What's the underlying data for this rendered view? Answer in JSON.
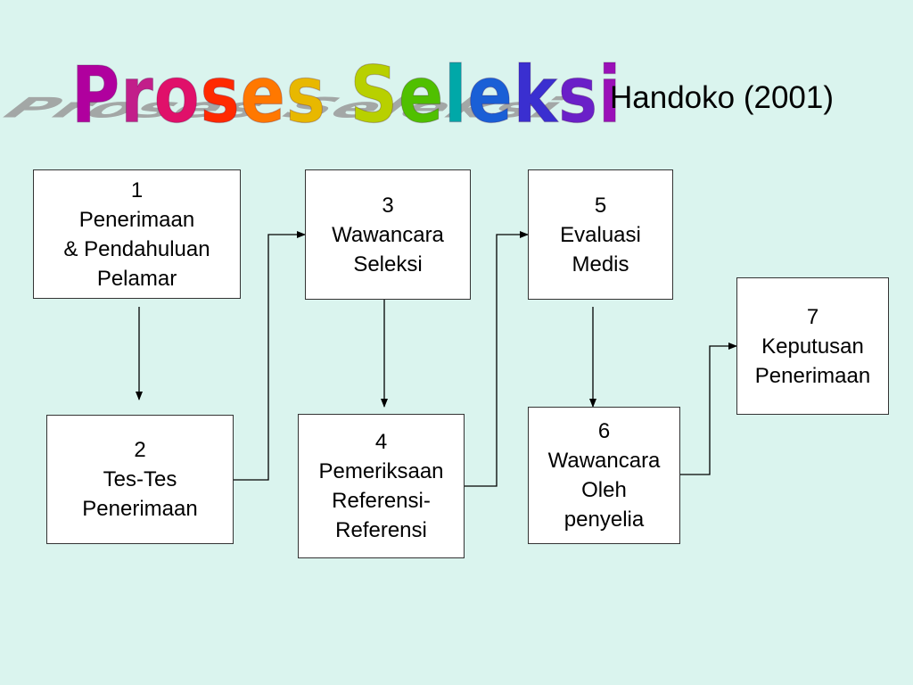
{
  "title": {
    "text": "Proses Seleksi",
    "letter_colors": [
      "#b0009e",
      "#c21e8a",
      "#e0106a",
      "#ff2a00",
      "#ff7800",
      "#e8b800",
      "#b8d000",
      "#50c000",
      "#00a8a8",
      "#1a5fd6",
      "#3a2fd0",
      "#6a20c8",
      "#9a10b8",
      "#c000a0"
    ]
  },
  "author": "Handoko (2001)",
  "nodes": [
    {
      "id": "n1",
      "number": "1",
      "lines": [
        "Penerimaan",
        "& Pendahuluan",
        "Pelamar"
      ]
    },
    {
      "id": "n2",
      "number": "2",
      "lines": [
        "Tes-Tes",
        "Penerimaan"
      ]
    },
    {
      "id": "n3",
      "number": "3",
      "lines": [
        "Wawancara",
        "Seleksi"
      ]
    },
    {
      "id": "n4",
      "number": "4",
      "lines": [
        "Pemeriksaan",
        "Referensi-",
        "Referensi"
      ]
    },
    {
      "id": "n5",
      "number": "5",
      "lines": [
        "Evaluasi",
        "Medis"
      ]
    },
    {
      "id": "n6",
      "number": "6",
      "lines": [
        "Wawancara",
        "Oleh",
        "penyelia"
      ]
    },
    {
      "id": "n7",
      "number": "7",
      "lines": [
        "Keputusan",
        "Penerimaan"
      ]
    }
  ],
  "edges": [
    {
      "from": "n1",
      "to": "n2"
    },
    {
      "from": "n2",
      "to": "n3"
    },
    {
      "from": "n3",
      "to": "n4"
    },
    {
      "from": "n4",
      "to": "n5"
    },
    {
      "from": "n5",
      "to": "n6"
    },
    {
      "from": "n6",
      "to": "n7"
    }
  ]
}
